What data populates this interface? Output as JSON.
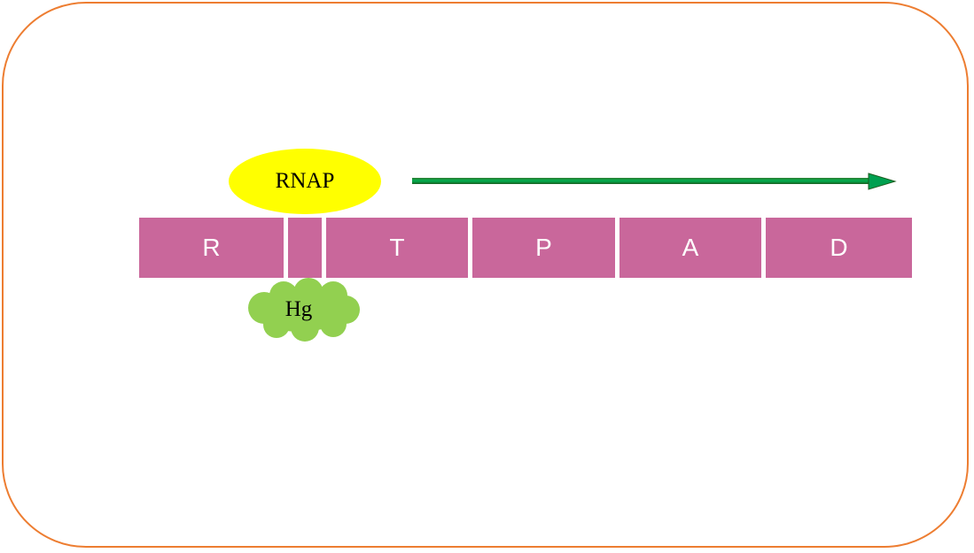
{
  "colors": {
    "frame_border": "#ED7D31",
    "segment_fill": "#C9679B",
    "segment_text": "#ffffff",
    "rnap_fill": "#FFFF00",
    "hg_fill": "#92D050",
    "arrow": "#00A050"
  },
  "segments": [
    {
      "label": "R"
    },
    {
      "label": ""
    },
    {
      "label": "T"
    },
    {
      "label": "P"
    },
    {
      "label": "A"
    },
    {
      "label": "D"
    }
  ],
  "rnap": {
    "label": "RNAP"
  },
  "hg": {
    "label": "Hg"
  }
}
